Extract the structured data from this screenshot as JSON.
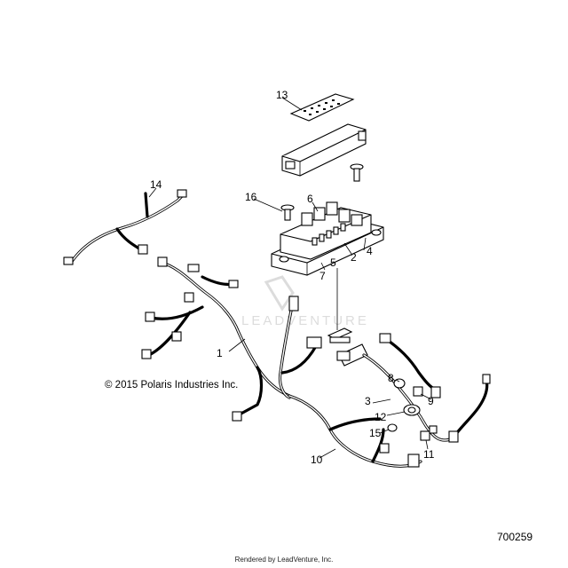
{
  "callouts": [
    "1",
    "2",
    "3",
    "4",
    "5",
    "6",
    "7",
    "8",
    "9",
    "10",
    "11",
    "12",
    "13",
    "14",
    "15",
    "16"
  ],
  "copyright": "© 2015 Polaris Industries Inc.",
  "diagram_id": "700259",
  "watermark": "LEADVENTURE",
  "footer": "Rendered by LeadVenture, Inc."
}
